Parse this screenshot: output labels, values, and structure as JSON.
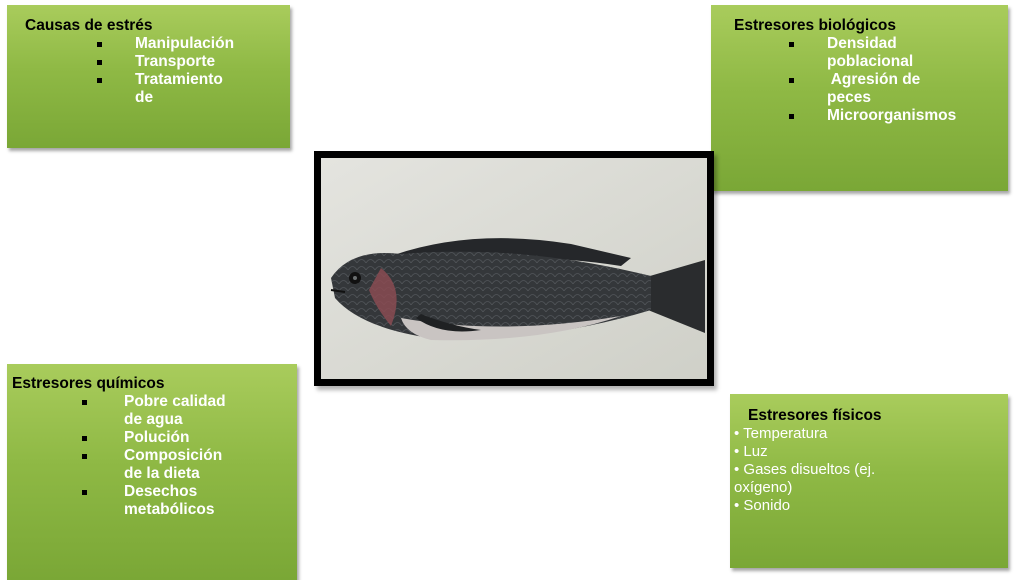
{
  "causas": {
    "title": "Causas de estrés",
    "items": [
      "Manipulación",
      "Transporte",
      "Tratamiento",
      "de"
    ]
  },
  "biologicos": {
    "title": "Estresores biológicos",
    "items": [
      "Densidad",
      "poblacional",
      " Agresión de",
      "peces",
      "Microorganismos"
    ]
  },
  "quimicos": {
    "title": "Estresores químicos",
    "items": [
      "Pobre calidad",
      "de agua",
      "Polución",
      "Composición",
      "de la dieta",
      "Desechos",
      "metabólicos"
    ]
  },
  "fisicos": {
    "title": "Estresores físicos",
    "items": [
      "• Temperatura",
      "• Luz",
      "• Gases disueltos (ej.",
      "oxígeno)",
      "• Sonido"
    ]
  },
  "photo": {
    "subject": "fish-photo",
    "colors": {
      "background": "#dcdcd6",
      "fish": "#2e3033",
      "belly": "#c9c4c2",
      "gill": "#8a4b52"
    }
  }
}
